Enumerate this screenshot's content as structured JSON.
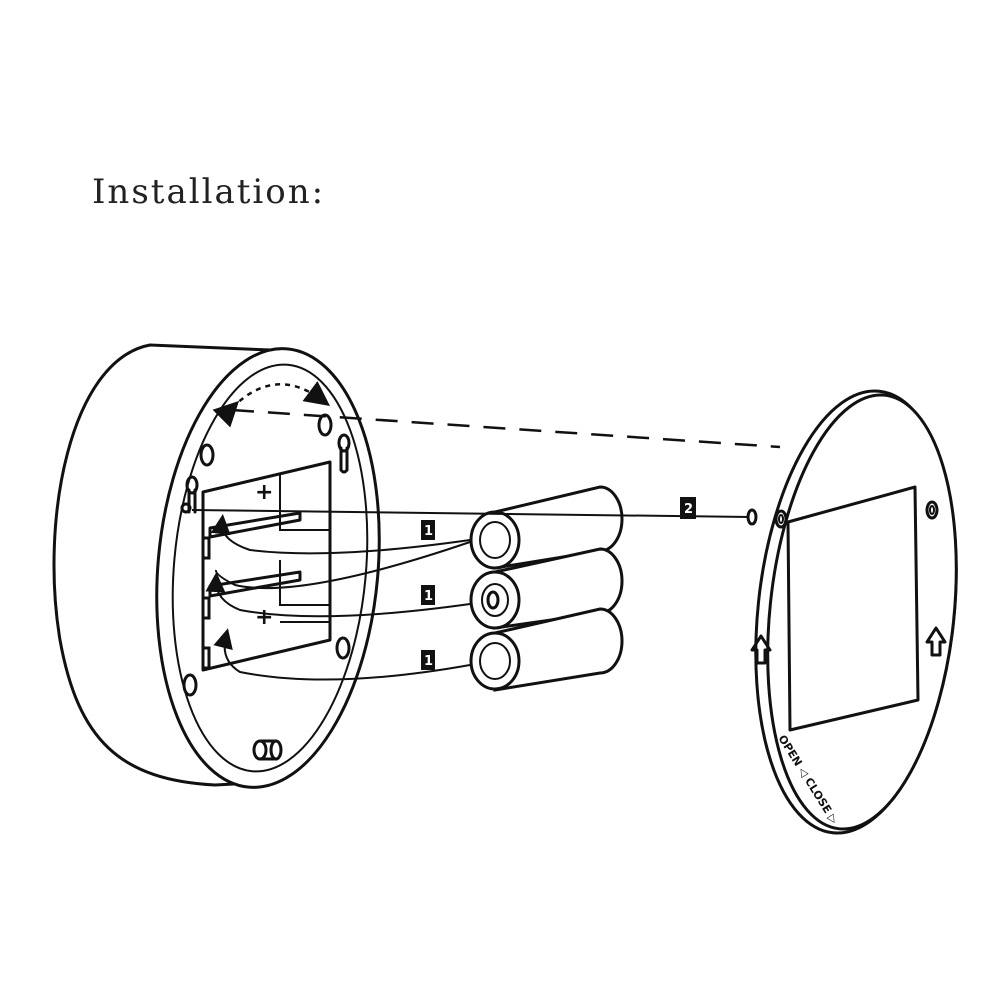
{
  "title": "Installation:",
  "steps": {
    "battery_top": "1",
    "battery_middle": "1",
    "battery_bottom": "1",
    "cover": "2"
  },
  "polarity": {
    "plus_upper": "+",
    "plus_lower": "+"
  },
  "cover_rim_text": "OPEN ◁ CLOSE ▷",
  "icons": [
    "up-arrow-icon",
    "curved-insert-arrow-icon",
    "rotate-arrow-icon"
  ],
  "colors": {
    "ink": "#111111",
    "background": "#ffffff"
  }
}
